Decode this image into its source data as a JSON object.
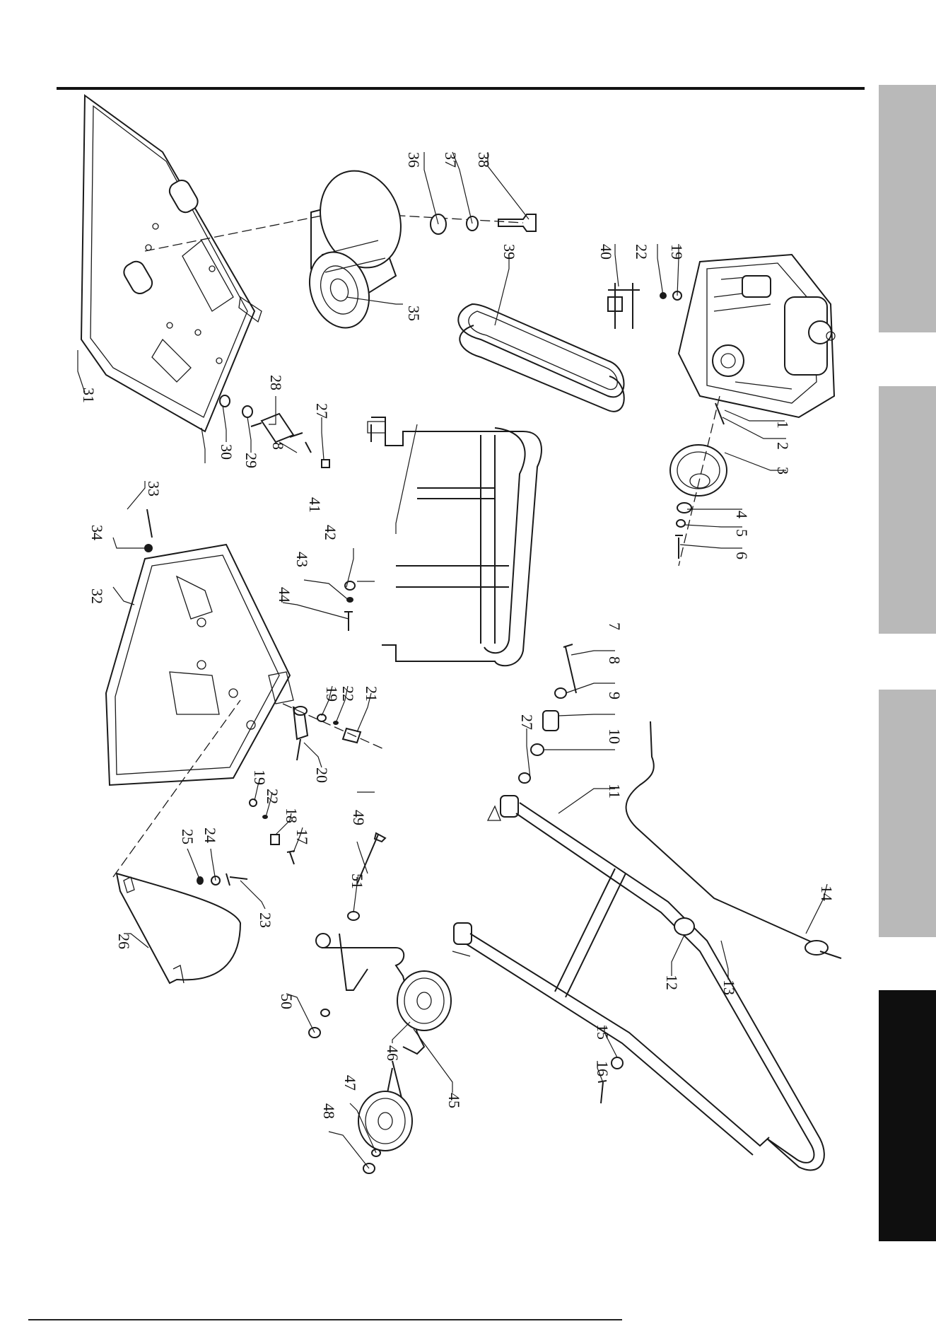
{
  "page": {
    "title": ""
  },
  "side_tabs": [
    {
      "label": "",
      "active": false
    },
    {
      "label": "",
      "active": false
    },
    {
      "label": "",
      "active": false
    },
    {
      "label": "",
      "active": true
    }
  ],
  "callouts": [
    {
      "num": "1"
    },
    {
      "num": "2"
    },
    {
      "num": "3"
    },
    {
      "num": "4"
    },
    {
      "num": "5"
    },
    {
      "num": "6"
    },
    {
      "num": "7"
    },
    {
      "num": "8"
    },
    {
      "num": "9"
    },
    {
      "num": "10"
    },
    {
      "num": "11"
    },
    {
      "num": "12"
    },
    {
      "num": "13"
    },
    {
      "num": "14"
    },
    {
      "num": "15"
    },
    {
      "num": "16"
    },
    {
      "num": "17"
    },
    {
      "num": "18"
    },
    {
      "num": "19"
    },
    {
      "num": "20"
    },
    {
      "num": "21"
    },
    {
      "num": "22"
    },
    {
      "num": "23"
    },
    {
      "num": "24"
    },
    {
      "num": "25"
    },
    {
      "num": "26"
    },
    {
      "num": "27"
    },
    {
      "num": "28"
    },
    {
      "num": "29"
    },
    {
      "num": "30"
    },
    {
      "num": "31"
    },
    {
      "num": "32"
    },
    {
      "num": "33"
    },
    {
      "num": "34"
    },
    {
      "num": "35"
    },
    {
      "num": "36"
    },
    {
      "num": "37"
    },
    {
      "num": "38"
    },
    {
      "num": "39"
    },
    {
      "num": "40"
    },
    {
      "num": "41"
    },
    {
      "num": "42"
    },
    {
      "num": "43"
    },
    {
      "num": "44"
    },
    {
      "num": "45"
    },
    {
      "num": "46"
    },
    {
      "num": "47"
    },
    {
      "num": "48"
    },
    {
      "num": "49"
    },
    {
      "num": "50"
    },
    {
      "num": "51"
    },
    {
      "num": "8"
    },
    {
      "num": "19"
    },
    {
      "num": "22"
    },
    {
      "num": "27"
    },
    {
      "num": "19"
    },
    {
      "num": "22"
    }
  ]
}
